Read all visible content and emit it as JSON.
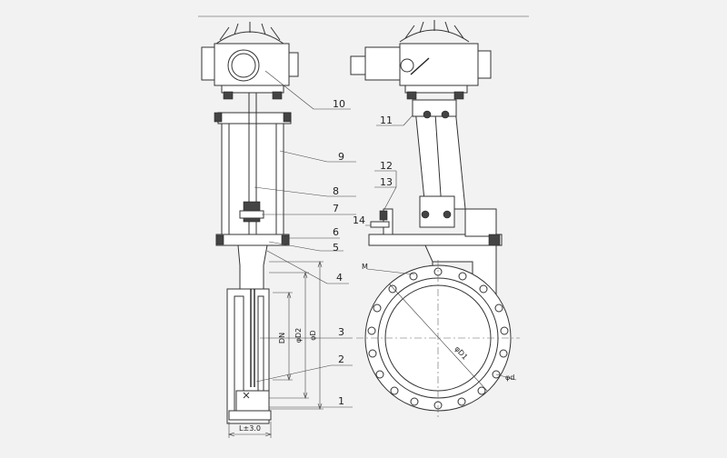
{
  "drawing": {
    "part_numbers": [
      "1",
      "2",
      "3",
      "4",
      "5",
      "6",
      "7",
      "8",
      "9",
      "10",
      "11",
      "12",
      "13",
      "14"
    ],
    "dimension_labels": {
      "face_to_face": "L±3.0",
      "nominal": "DN",
      "d2": "φD2",
      "d_outer": "φD",
      "d1": "φD1",
      "bolt_hole": "φd",
      "thread": "M"
    }
  }
}
